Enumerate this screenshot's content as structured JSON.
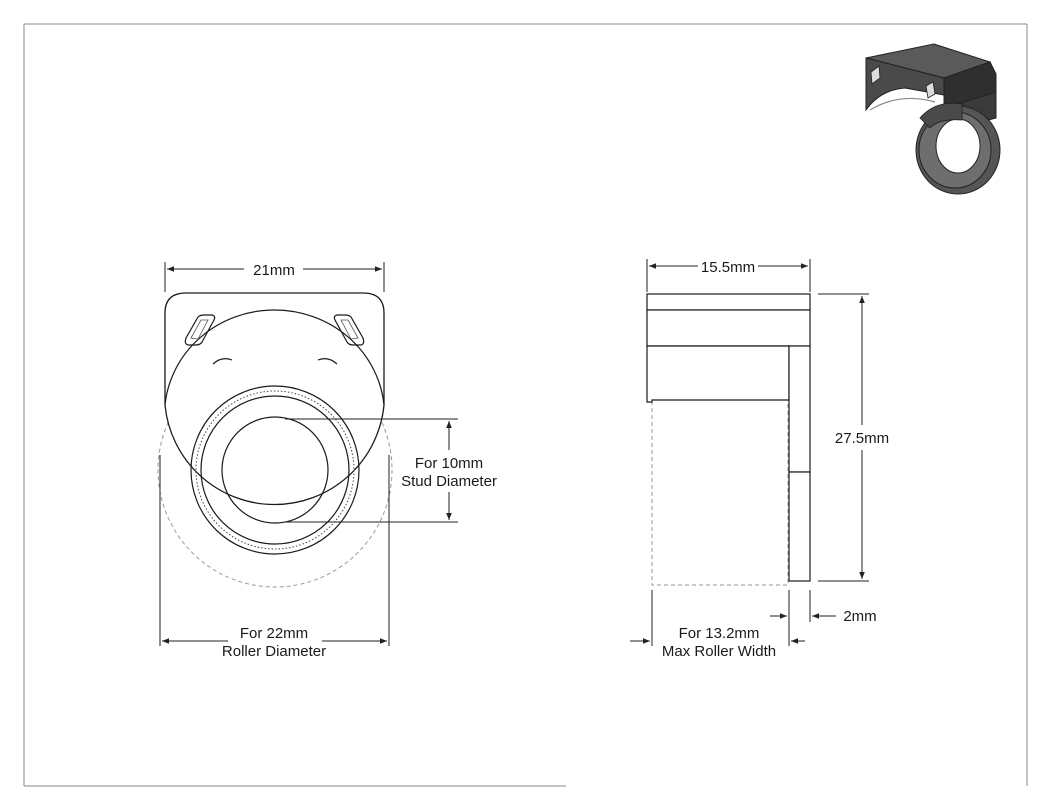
{
  "drawing": {
    "front_view": {
      "width_label": "21mm",
      "roller_line1": "For 22mm",
      "roller_line2": "Roller Diameter",
      "stud_line1": "For 10mm",
      "stud_line2": "Stud Diameter"
    },
    "side_view": {
      "depth_label": "15.5mm",
      "height_label": "27.5mm",
      "thickness_label": "2mm",
      "width_line1": "For 13.2mm",
      "width_line2": "Max Roller Width"
    }
  },
  "colors": {
    "border": "#8a8a8a",
    "line": "#222222",
    "part_fill": "#ffffff",
    "iso_dark": "#3c3c3c",
    "iso_light": "#6e6e6e"
  }
}
